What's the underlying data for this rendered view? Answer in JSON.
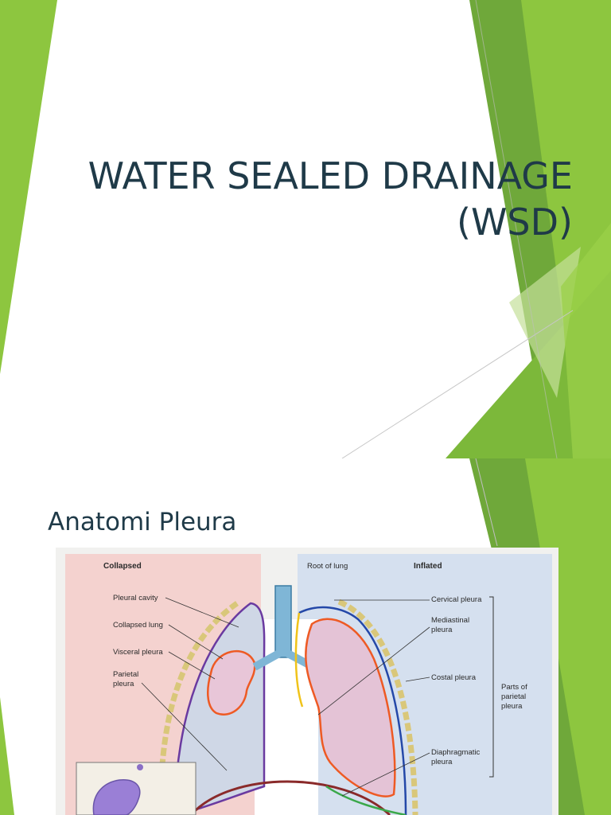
{
  "slide1": {
    "title_line1": "WATER SEALED DRAINAGE",
    "title_line2": "(WSD)"
  },
  "slide2": {
    "heading": "Anatomi Pleura",
    "figure": {
      "left_panel_title": "Collapsed",
      "right_panel_title": "Inflated",
      "labels_left": [
        "Pleural cavity",
        "Collapsed lung",
        "Visceral pleura",
        "Parietal",
        "pleura"
      ],
      "labels_right": [
        "Root of lung",
        "Cervical pleura",
        "Mediastinal",
        "pleura",
        "Costal pleura",
        "Diaphragmatic",
        "pleura"
      ],
      "group_label": [
        "Parts of",
        "parietal",
        "pleura"
      ]
    }
  },
  "colors": {
    "green_light": "#8dc63f",
    "green_mid": "#6fa83a",
    "green_dark": "#5b8f2e",
    "title_text": "#1f3a48",
    "panel_left_bg": "#f4d2cf",
    "panel_right_bg": "#d5e0ef",
    "pleura_purple": "#6a3aa0",
    "pleura_orange": "#ee5a24"
  }
}
